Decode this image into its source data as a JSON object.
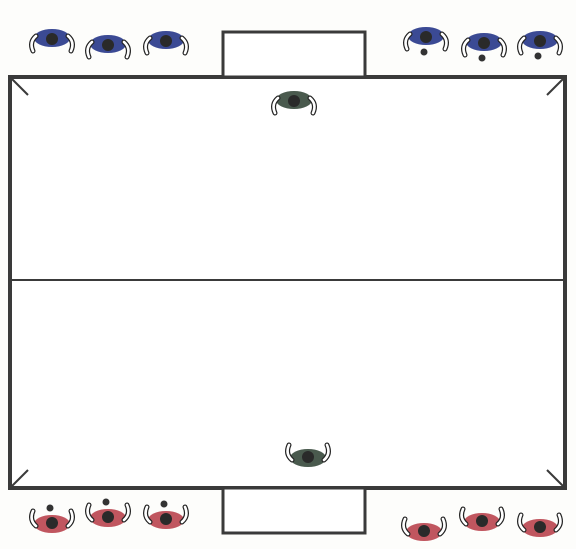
{
  "diagram": {
    "pitch": {
      "line_color": "#3a3a3a",
      "surface": "#ffffff",
      "show_halfway_line": true
    },
    "colors": {
      "blue_team": "#3b4a94",
      "red_team": "#c0565f",
      "goalkeeper": "#4a5a4e",
      "ball": "#333333",
      "head": "#2a2a2a"
    },
    "players": [
      {
        "id": "blue-1",
        "team": "blue",
        "facing": "down",
        "has_ball": false
      },
      {
        "id": "blue-2",
        "team": "blue",
        "facing": "down",
        "has_ball": false
      },
      {
        "id": "blue-3",
        "team": "blue",
        "facing": "down",
        "has_ball": false
      },
      {
        "id": "blue-4",
        "team": "blue",
        "facing": "down",
        "has_ball": true
      },
      {
        "id": "blue-5",
        "team": "blue",
        "facing": "down",
        "has_ball": true
      },
      {
        "id": "blue-6",
        "team": "blue",
        "facing": "down",
        "has_ball": true
      },
      {
        "id": "red-1",
        "team": "red",
        "facing": "up",
        "has_ball": true
      },
      {
        "id": "red-2",
        "team": "red",
        "facing": "up",
        "has_ball": true
      },
      {
        "id": "red-3",
        "team": "red",
        "facing": "up",
        "has_ball": true
      },
      {
        "id": "red-4",
        "team": "red",
        "facing": "up",
        "has_ball": false
      },
      {
        "id": "red-5",
        "team": "red",
        "facing": "up",
        "has_ball": false
      },
      {
        "id": "red-6",
        "team": "red",
        "facing": "up",
        "has_ball": false
      },
      {
        "id": "goalkeeper-top",
        "team": "goalkeeper",
        "facing": "down",
        "has_ball": false
      },
      {
        "id": "goalkeeper-bottom",
        "team": "goalkeeper",
        "facing": "up",
        "has_ball": false
      }
    ]
  }
}
